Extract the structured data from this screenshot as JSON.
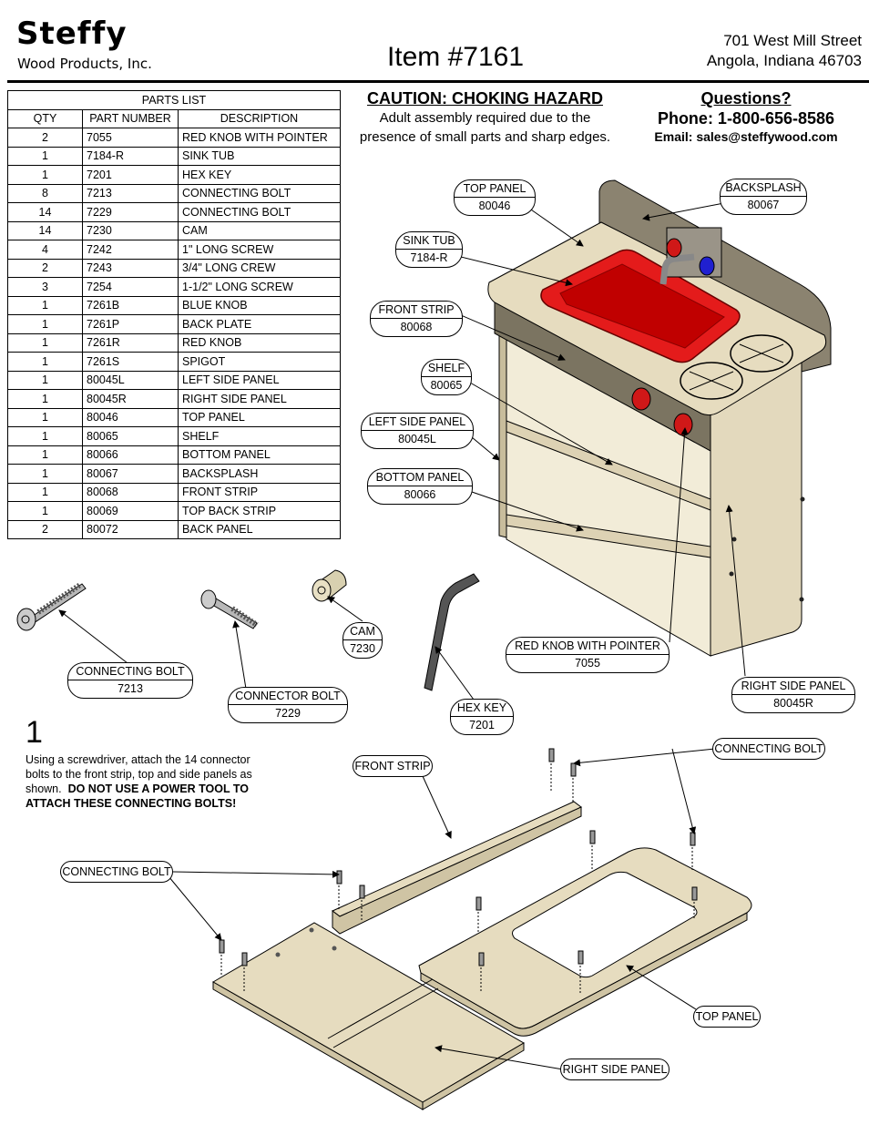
{
  "header": {
    "brand": "Steffy",
    "brand_sub": "Wood Products, Inc.",
    "item_title": "Item #7161",
    "address_line1": "701 West Mill Street",
    "address_line2": "Angola, Indiana  46703"
  },
  "parts_list": {
    "caption": "PARTS LIST",
    "columns": [
      "QTY",
      "PART NUMBER",
      "DESCRIPTION"
    ],
    "rows": [
      [
        "2",
        "7055",
        "RED KNOB WITH POINTER"
      ],
      [
        "1",
        "7184-R",
        "SINK TUB"
      ],
      [
        "1",
        "7201",
        "HEX KEY"
      ],
      [
        "8",
        "7213",
        "CONNECTING BOLT"
      ],
      [
        "14",
        "7229",
        "CONNECTING BOLT"
      ],
      [
        "14",
        "7230",
        "CAM"
      ],
      [
        "4",
        "7242",
        "1\" LONG SCREW"
      ],
      [
        "2",
        "7243",
        "3/4\" LONG CREW"
      ],
      [
        "3",
        "7254",
        "1-1/2\" LONG SCREW"
      ],
      [
        "1",
        "7261B",
        "BLUE KNOB"
      ],
      [
        "1",
        "7261P",
        "BACK PLATE"
      ],
      [
        "1",
        "7261R",
        "RED KNOB"
      ],
      [
        "1",
        "7261S",
        "SPIGOT"
      ],
      [
        "1",
        "80045L",
        "LEFT SIDE PANEL"
      ],
      [
        "1",
        "80045R",
        "RIGHT SIDE PANEL"
      ],
      [
        "1",
        "80046",
        "TOP PANEL"
      ],
      [
        "1",
        "80065",
        "SHELF"
      ],
      [
        "1",
        "80066",
        "BOTTOM PANEL"
      ],
      [
        "1",
        "80067",
        "BACKSPLASH"
      ],
      [
        "1",
        "80068",
        "FRONT STRIP"
      ],
      [
        "1",
        "80069",
        "TOP BACK STRIP"
      ],
      [
        "2",
        "80072",
        "BACK PANEL"
      ]
    ]
  },
  "caution": {
    "title": "CAUTION:  CHOKING HAZARD",
    "line1": "Adult assembly required due to the",
    "line2": "presence of small parts and sharp edges."
  },
  "contact": {
    "questions": "Questions?",
    "phone": "Phone: 1-800-656-8586",
    "email": "Email:  sales@steffywood.com"
  },
  "callouts": {
    "top_panel": {
      "title": "TOP PANEL",
      "number": "80046"
    },
    "backsplash": {
      "title": "BACKSPLASH",
      "number": "80067"
    },
    "sink_tub": {
      "title": "SINK TUB",
      "number": "7184-R"
    },
    "front_strip": {
      "title": "FRONT STRIP",
      "number": "80068"
    },
    "shelf": {
      "title": "SHELF",
      "number": "80065"
    },
    "left_side_panel": {
      "title": "LEFT SIDE PANEL",
      "number": "80045L"
    },
    "bottom_panel": {
      "title": "BOTTOM PANEL",
      "number": "80066"
    },
    "red_knob": {
      "title": "RED KNOB WITH POINTER",
      "number": "7055"
    },
    "right_side_panel": {
      "title": "RIGHT SIDE PANEL",
      "number": "80045R"
    },
    "cam": {
      "title": "CAM",
      "number": "7230"
    },
    "connecting_bolt": {
      "title": "CONNECTING BOLT",
      "number": "7213"
    },
    "connector_bolt": {
      "title": "CONNECTOR BOLT",
      "number": "7229"
    },
    "hex_key": {
      "title": "HEX KEY",
      "number": "7201"
    }
  },
  "step": {
    "number": "1",
    "text_plain": "Using a screwdriver, attach the 14 connector bolts to the front strip, top and side panels as shown.",
    "text_bold": "DO NOT USE A POWER TOOL TO ATTACH THESE CONNECTING BOLTS!"
  },
  "step_labels": {
    "front_strip": "FRONT STRIP",
    "connecting_bolt_right": "CONNECTING BOLT",
    "connecting_bolt_left": "CONNECTING BOLT",
    "top_panel": "TOP PANEL",
    "right_side_panel": "RIGHT SIDE PANEL"
  }
}
